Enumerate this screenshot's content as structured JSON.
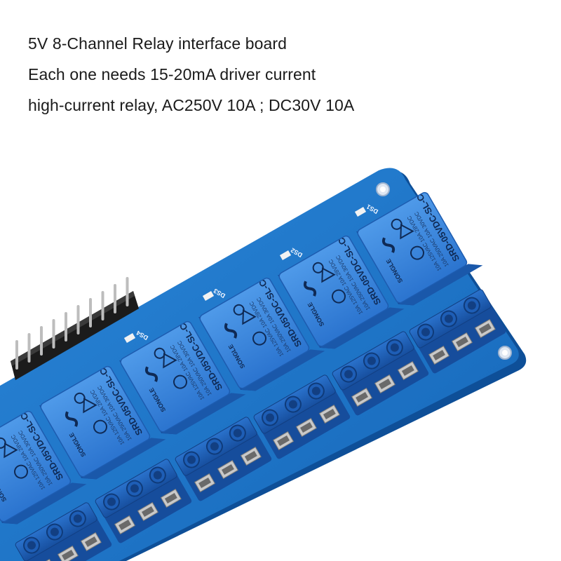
{
  "caption": {
    "line1": "5V 8-Channel Relay interface board",
    "line2": "Each one needs 15-20mA driver current",
    "line3": "high-current relay, AC250V 10A ; DC30V 10A"
  },
  "relay": {
    "model": "SRD-05VDC-SL-C",
    "brand": "SONGLE",
    "ratings": [
      "10A 250VAC",
      "10A 125VAC",
      "10A 30VDC",
      "10A 28VDC"
    ]
  },
  "indicators": [
    "DS1",
    "DS2",
    "DS3",
    "DS4"
  ],
  "colors": {
    "pcb": "#1f77c9",
    "pcb_edge": "#0f5aa8",
    "relay_body": "#2b78d4",
    "relay_top": "#4c97e8",
    "terminal": "#1d5fb8",
    "pin_header": "#1b1b1b",
    "pins": "#b8b8b8"
  }
}
